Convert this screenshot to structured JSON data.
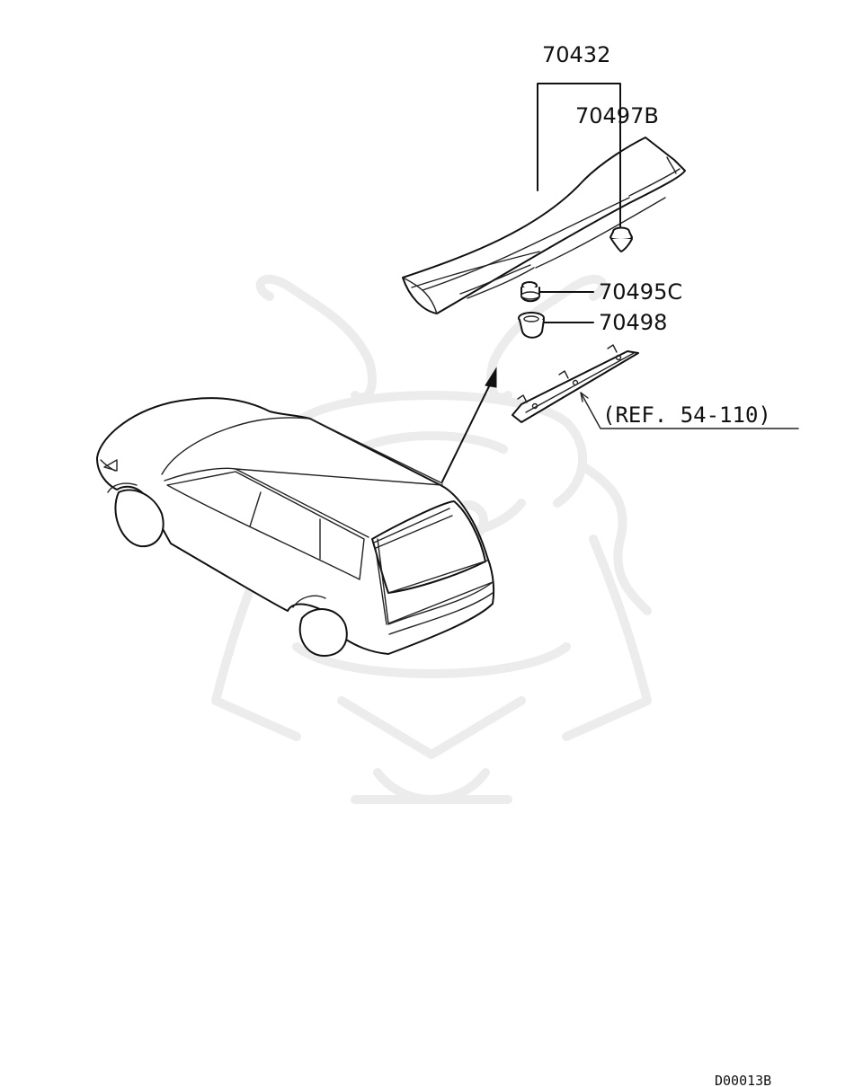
{
  "diagram": {
    "parts": {
      "spoiler": "70432",
      "clip_top": "70497B",
      "clip_mid": "70495C",
      "grommet": "70498"
    },
    "reference": "(REF. 54-110)",
    "drawing_code": "D00013B"
  },
  "colors": {
    "line": "#111111",
    "watermark": "#ececec"
  }
}
